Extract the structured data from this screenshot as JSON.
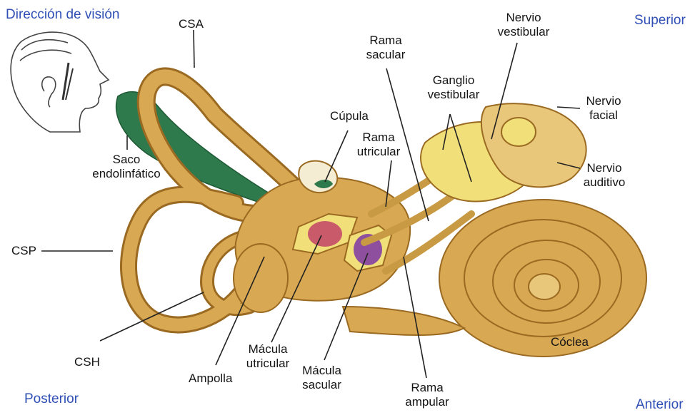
{
  "orientation": {
    "view_direction": "Dirección de visión",
    "superior": "Superior",
    "posterior": "Posterior",
    "anterior": "Anterior",
    "color": "#2f4fb5"
  },
  "labels": {
    "csa": "CSA",
    "csp": "CSP",
    "csh": "CSH",
    "saco_1": "Saco",
    "saco_2": "endolinfático",
    "cupula": "Cúpula",
    "rama_utricular_1": "Rama",
    "rama_utricular_2": "utricular",
    "rama_sacular_1": "Rama",
    "rama_sacular_2": "sacular",
    "ganglio_1": "Ganglio",
    "ganglio_2": "vestibular",
    "nervio_vestibular_1": "Nervio",
    "nervio_vestibular_2": "vestibular",
    "nervio_facial_1": "Nervio",
    "nervio_facial_2": "facial",
    "nervio_auditivo_1": "Nervio",
    "nervio_auditivo_2": "auditivo",
    "coclea": "Cóclea",
    "ampolla": "Ampolla",
    "macula_utricular_1": "Mácula",
    "macula_utricular_2": "utricular",
    "macula_sacular_1": "Mácula",
    "macula_sacular_2": "sacular",
    "rama_ampular_1": "Rama",
    "rama_ampular_2": "ampular"
  },
  "colors": {
    "labyrinth": "#d9a852",
    "labyrinth_outline": "#9a6a22",
    "sac": "#2f7a4c",
    "ganglion": "#f1e07a",
    "macula_utricular": "#c95a6a",
    "macula_sacular": "#8e4f9e"
  }
}
